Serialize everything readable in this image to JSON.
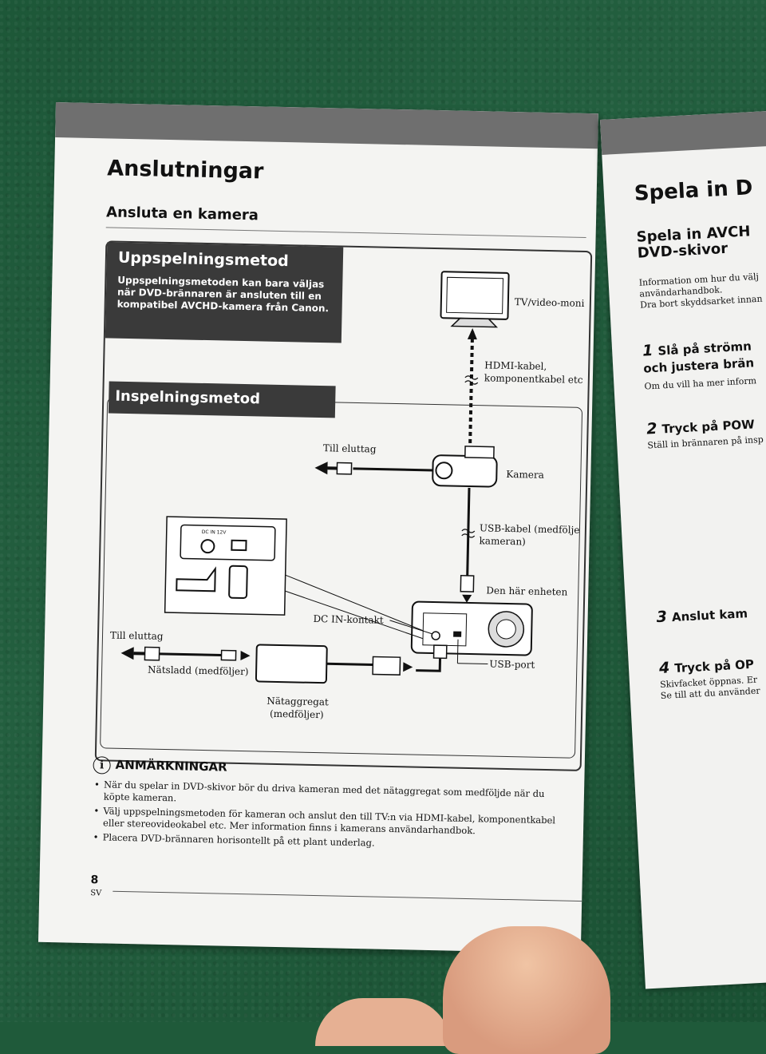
{
  "left_page": {
    "title": "Anslutningar",
    "subtitle": "Ansluta en kamera",
    "playback_box": {
      "heading": "Uppspelningsmetod",
      "text": "Uppspelningsmetoden kan bara väljas när DVD-brännaren är ansluten till en kompatibel AVCHD-kamera från Canon."
    },
    "recording_box": {
      "heading": "Inspelningsmetod"
    },
    "diagram_labels": {
      "tv": "TV/video-monitor",
      "hdmi_line1": "HDMI-kabel,",
      "hdmi_line2": "komponentkabel etc.",
      "till_eluttag_top": "Till eluttag",
      "kamera": "Kamera",
      "usb_line1": "USB-kabel (medföljer",
      "usb_line2": "kameran)",
      "den_har_enheten": "Den här enheten",
      "dc_in": "DC IN-kontakt",
      "usb_port": "USB-port",
      "till_eluttag_bottom": "Till eluttag",
      "natsladd": "Nätsladd (medföljer)",
      "nataggregat_line1": "Nätaggregat",
      "nataggregat_line2": "(medföljer)",
      "dc_in_12v": "DC IN 12V"
    },
    "notes_heading": "ANMÄRKNINGAR",
    "notes_icon": "i",
    "notes": [
      "När du spelar in DVD-skivor bör du driva kameran med det nätaggregat som medföljde när du köpte kameran.",
      "Välj uppspelningsmetoden för kameran och anslut den till TV:n via HDMI-kabel, komponentkabel eller stereovideokabel etc. Mer information finns i kamerans användarhandbok.",
      "Placera DVD-brännaren horisontellt på ett plant underlag."
    ],
    "page_number": "8",
    "page_lang": "SV"
  },
  "right_page": {
    "title": "Spela in D",
    "subtitle": "Spela in AVCH\nDVD-skivor",
    "intro": "Information om hur du välj\nanvändarhandbok.\nDra bort skyddsarket innan",
    "step1": "Slå på strömn\noch justera brän",
    "step1_text": "Om du vill ha mer inform",
    "step2": "Tryck på POW",
    "step2_text": "Ställ in brännaren på insp",
    "step3": "Anslut kam",
    "step4": "Tryck på OP",
    "step4_text": "Skivfacket öppnas. Er\nSe till att du använder"
  }
}
